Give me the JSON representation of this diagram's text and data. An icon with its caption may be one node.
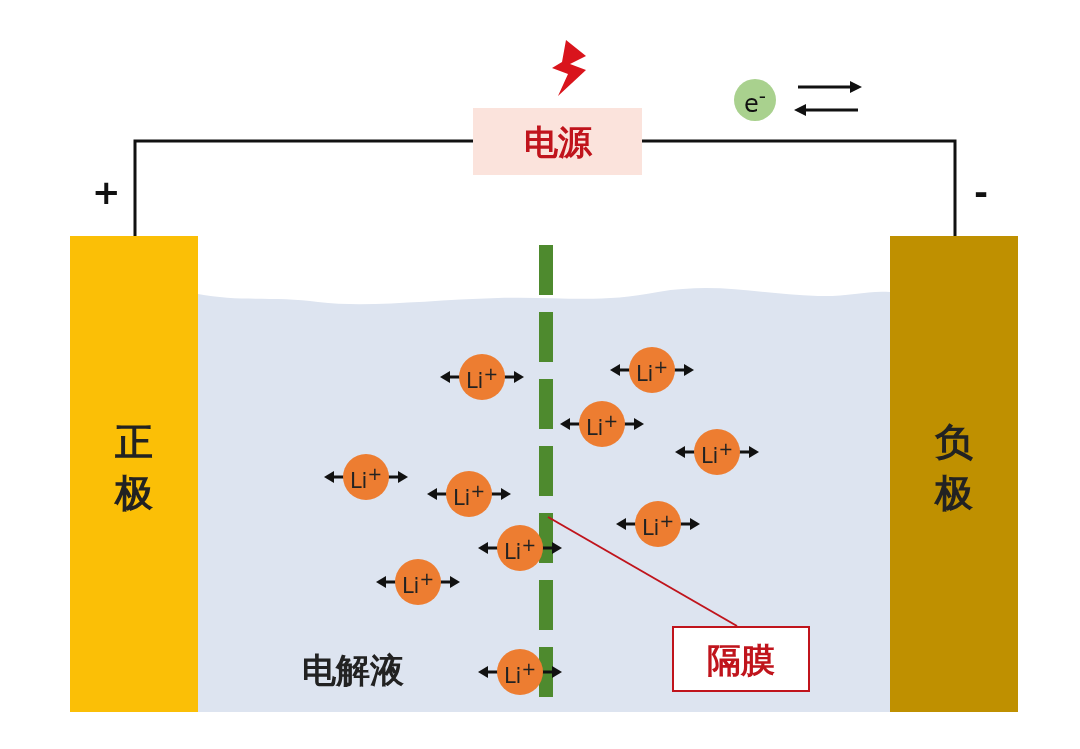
{
  "diagram": {
    "nodes": [
      {
        "text": [
          "电源"
        ]
      },
      {
        "text": [
          "e$^{-}$"
        ]
      },
      {
        "text": [
          "正极"
        ]
      },
      {
        "text": [
          "电解液"
        ]
      },
      {
        "text": [],
        "shape": "bar",
        "in": 3
      },
      {
        "text": [
          "Li$^{+}$"
        ],
        "in": 3
      },
      {
        "text": [
          "Li$^{+}$"
        ],
        "in": 3
      },
      {
        "text": [
          "Li$^{+}$"
        ],
        "in": 3
      },
      {
        "text": [
          "Li$^{+}$"
        ],
        "in": 3
      },
      {
        "text": [
          "Li$^{+}$"
        ],
        "in": 3
      },
      {
        "text": [
          "Li$^{+}$"
        ],
        "in": 3
      },
      {
        "text": [
          "Li$^{+}$"
        ],
        "in": 3
      },
      {
        "text": [
          "Li$^{+}$"
        ],
        "in": 3
      },
      {
        "text": [
          "Li$^{+}$"
        ],
        "in": 3
      },
      {
        "text": [
          "Li$^{+}$"
        ],
        "in": 3
      },
      {
        "text": [
          "隔膜"
        ],
        "in": 3
      },
      {
        "text": [
          "负极"
        ]
      }
    ],
    "edges": [
      {
        "from": 2,
        "to": 0,
        "arrow": "none"
      },
      {
        "from": 0,
        "to": 16,
        "arrow": "none"
      },
      {
        "from": 15,
        "to": 4,
        "arrow": "none",
        "color": "#c0141c"
      }
    ],
    "labels": [
      "+",
      "-"
    ]
  }
}
